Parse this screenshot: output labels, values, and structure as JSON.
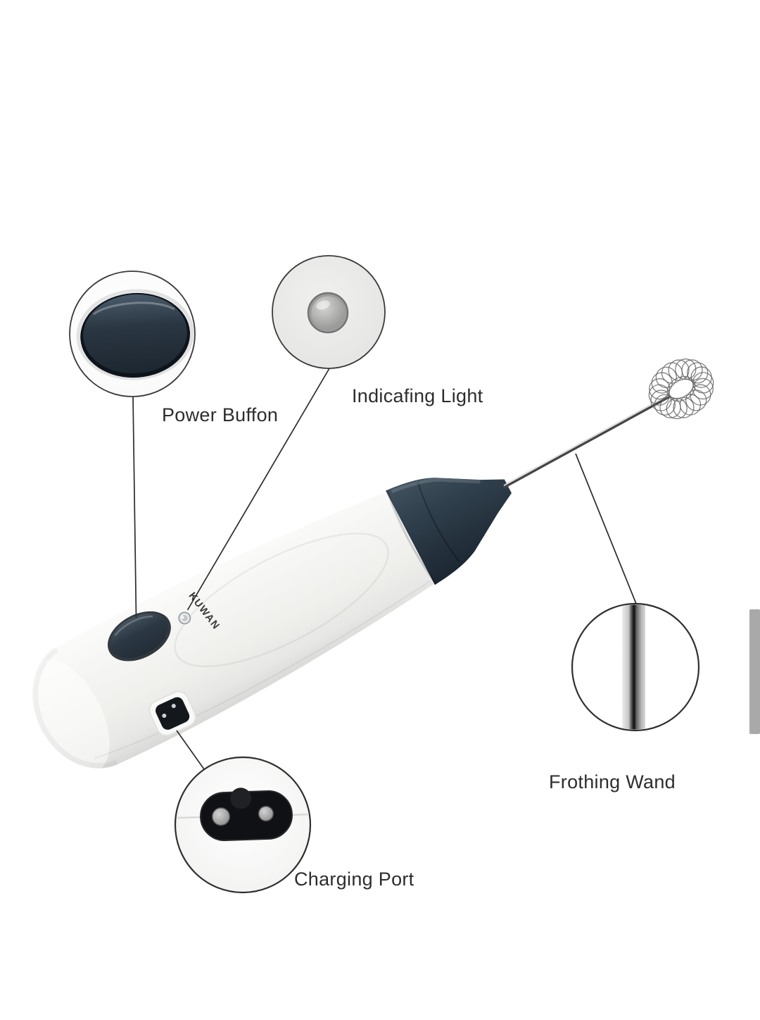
{
  "product": {
    "brand": "KUWAN"
  },
  "labels": {
    "power_button": "Power Buffon",
    "indicator_light": "Indicafing Light",
    "frothing_wand": "Frothing Wand",
    "charging_port": "Charging Port"
  },
  "colors": {
    "navy_accent": "#2e3c4a",
    "body_white": "#f2f2f0",
    "callout_line": "#2c2c2c",
    "label_text": "#2d2d2d",
    "scrollbar_thumb": "#a9a9a9",
    "background": "#ffffff"
  }
}
